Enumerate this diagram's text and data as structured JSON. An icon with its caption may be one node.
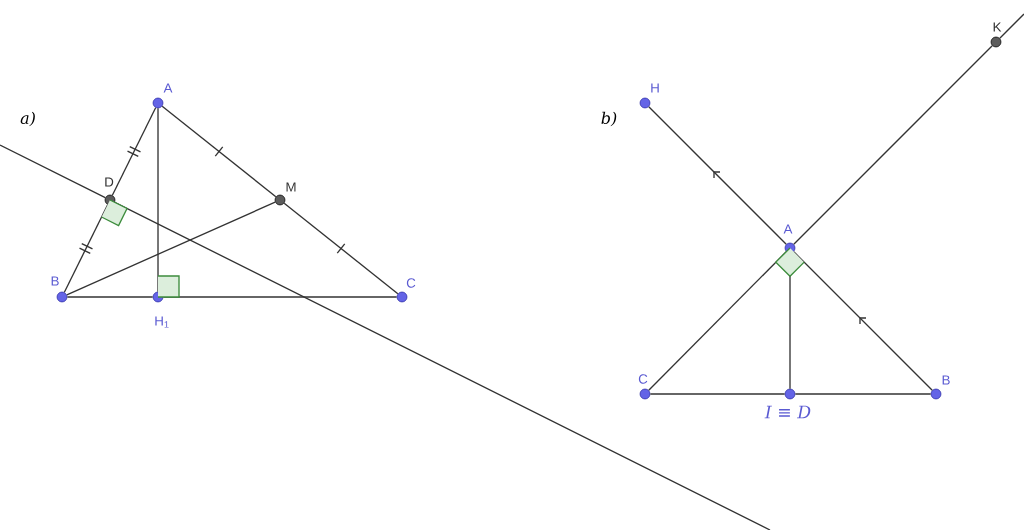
{
  "diagram": {
    "nodes": [
      {
        "text": [
          "A"
        ]
      },
      {
        "text": [
          "B"
        ]
      },
      {
        "text": [
          "C"
        ]
      },
      {
        "text": [
          "H$_{1}$"
        ]
      },
      {
        "text": [
          "M"
        ]
      },
      {
        "text": [
          "D"
        ]
      },
      {
        "text": [
          "H"
        ]
      },
      {
        "text": [
          "K"
        ]
      },
      {
        "text": [
          "A"
        ]
      },
      {
        "text": [
          "C"
        ]
      },
      {
        "text": [
          "B"
        ]
      },
      {
        "text": [
          "I ≡ D"
        ]
      }
    ],
    "edges": [
      {
        "from": 0,
        "to": 5,
        "arrow": "none"
      },
      {
        "from": 5,
        "to": 1,
        "arrow": "none"
      },
      {
        "from": 0,
        "to": 4,
        "arrow": "none"
      },
      {
        "from": 4,
        "to": 2,
        "arrow": "none"
      },
      {
        "from": 1,
        "to": 3,
        "arrow": "none"
      },
      {
        "from": 3,
        "to": 2,
        "arrow": "none"
      },
      {
        "from": 0,
        "to": 3,
        "arrow": "none"
      },
      {
        "from": 1,
        "to": 4,
        "arrow": "none"
      },
      {
        "from": null,
        "to": 5,
        "arrow": "none"
      },
      {
        "from": 5,
        "to": null,
        "arrow": "none"
      },
      {
        "from": 6,
        "to": 8,
        "arrow": "none"
      },
      {
        "from": 8,
        "to": 10,
        "arrow": "none"
      },
      {
        "from": 9,
        "to": 8,
        "arrow": "none"
      },
      {
        "from": 8,
        "to": 7,
        "arrow": "none"
      },
      {
        "from": 7,
        "to": null,
        "arrow": "none"
      },
      {
        "from": 9,
        "to": 11,
        "arrow": "none"
      },
      {
        "from": 11,
        "to": 10,
        "arrow": "none"
      },
      {
        "from": 8,
        "to": 11,
        "arrow": "none"
      }
    ],
    "labels": [
      "a)",
      "b)"
    ]
  }
}
